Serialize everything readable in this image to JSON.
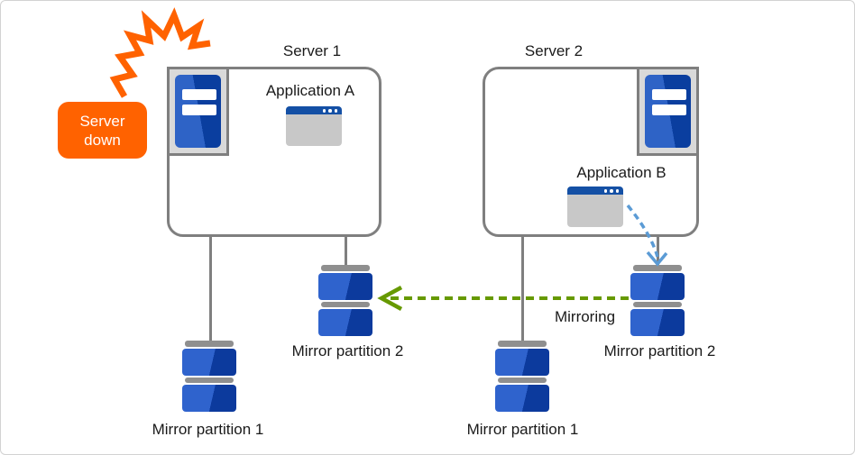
{
  "diagram": {
    "server1": {
      "label": "Server 1",
      "app_label": "Application A",
      "partition1_label": "Mirror partition 1",
      "partition2_label": "Mirror partition 2"
    },
    "server2": {
      "label": "Server 2",
      "app_label": "Application B",
      "partition1_label": "Mirror partition 1",
      "partition2_label": "Mirror partition 2"
    },
    "status_badge": {
      "line1": "Server",
      "line2": "down"
    },
    "mirroring_label": "Mirroring"
  },
  "icons": {
    "failure": "lightning-bolt-icon",
    "server": "server-tower-icon",
    "application": "app-window-icon",
    "storage": "disk-icon",
    "mirror_flow": "green-dashed-arrow",
    "write_flow": "blue-dashed-arrow"
  },
  "colors": {
    "orange": "#ff6200",
    "arrow_green": "#669900",
    "arrow_blue": "#5b9bd5",
    "tower_light": "#2e63c6",
    "tower_dark": "#0a3e9f",
    "disk_light": "#2f63cd",
    "disk_dark": "#0c3a9d",
    "app_titlebar": "#1450a5",
    "app_body": "#c8c8c8",
    "hardware_gray": "#8f8f8f",
    "line_gray": "#7f7f7f",
    "icon_bg": "#d9d9d9",
    "text": "#1a1a1a"
  }
}
